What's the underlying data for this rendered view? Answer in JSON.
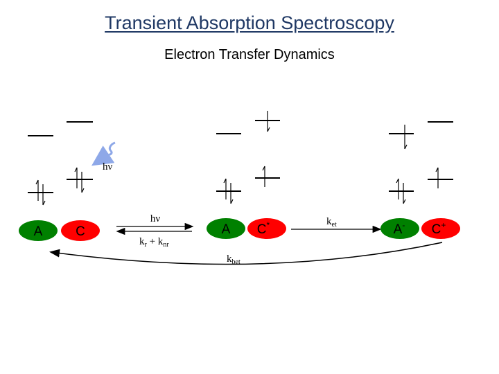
{
  "header": {
    "title": "Transient Absorption Spectroscopy",
    "subtitle": "Electron Transfer Dynamics"
  },
  "colors": {
    "acceptor": "#008000",
    "chromophore": "#ff0000",
    "photon": "#8ea8e8",
    "title": "#1f3864"
  },
  "species": {
    "a1": "A",
    "c1": "C",
    "a2": "A",
    "c2_main": "C",
    "c2_sup": "*",
    "a3_main": "A",
    "a3_sup": "-",
    "c3_main": "C",
    "c3_sup": "+"
  },
  "labels": {
    "photon": "hν",
    "absorb": "hν",
    "decay_k": "k",
    "decay_r": "r",
    "decay_plus": " + k",
    "decay_nr": "nr",
    "et_k": "k",
    "et_sub": "et",
    "bet_k": "k",
    "bet_sub": "bet"
  },
  "icons": {
    "photon": "wavy-photon-icon",
    "electron": "electron-half-arrow-icon"
  }
}
